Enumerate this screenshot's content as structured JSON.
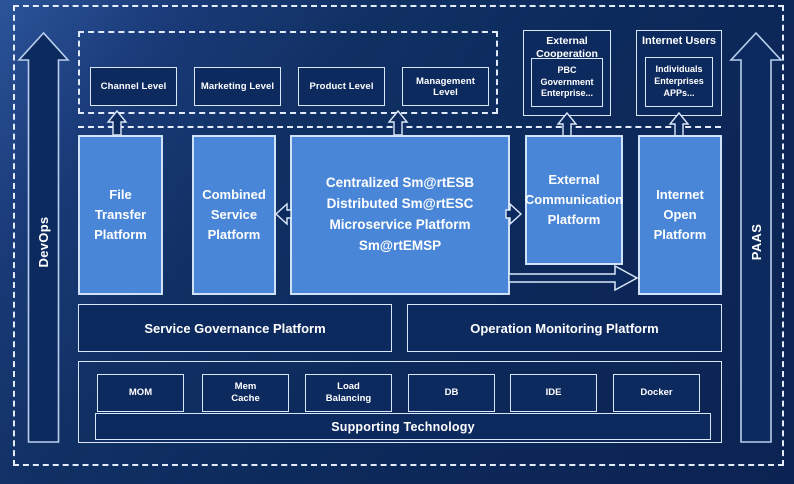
{
  "colors": {
    "background": "#0d2a5e",
    "box_fill_dark": "#0d2a5e",
    "platform_fill": "#4a86d8",
    "border_light": "#d9e6f8",
    "text": "#ffffff"
  },
  "side_arrows": {
    "left_label": "DevOps",
    "right_label": "PAAS"
  },
  "levels": {
    "items": [
      "Channel Level",
      "Marketing Level",
      "Product Level",
      "Management Level"
    ]
  },
  "external_cooperation": {
    "title": "External\nCooperation",
    "inner": "PBC Government\nEnterprise..."
  },
  "internet_users": {
    "title": "Internet Users",
    "inner": "Individuals\nEnterprises\nAPPs..."
  },
  "platforms": {
    "file_transfer": "File\nTransfer\nPlatform",
    "combined_service": "Combined\nService\nPlatform",
    "central": "Centralized Sm@rtESB\nDistributed Sm@rtESC\nMicroservice Platform Sm@rtEMSP",
    "external_communication": "External\nCommunication\nPlatform",
    "internet_open": "Internet\nOpen\nPlatform"
  },
  "governance": {
    "service": "Service Governance Platform",
    "operation": "Operation Monitoring Platform"
  },
  "supporting": {
    "title": "Supporting Technology",
    "items": [
      "MOM",
      "Mem\nCache",
      "Load\nBalancing",
      "DB",
      "IDE",
      "Docker"
    ]
  }
}
